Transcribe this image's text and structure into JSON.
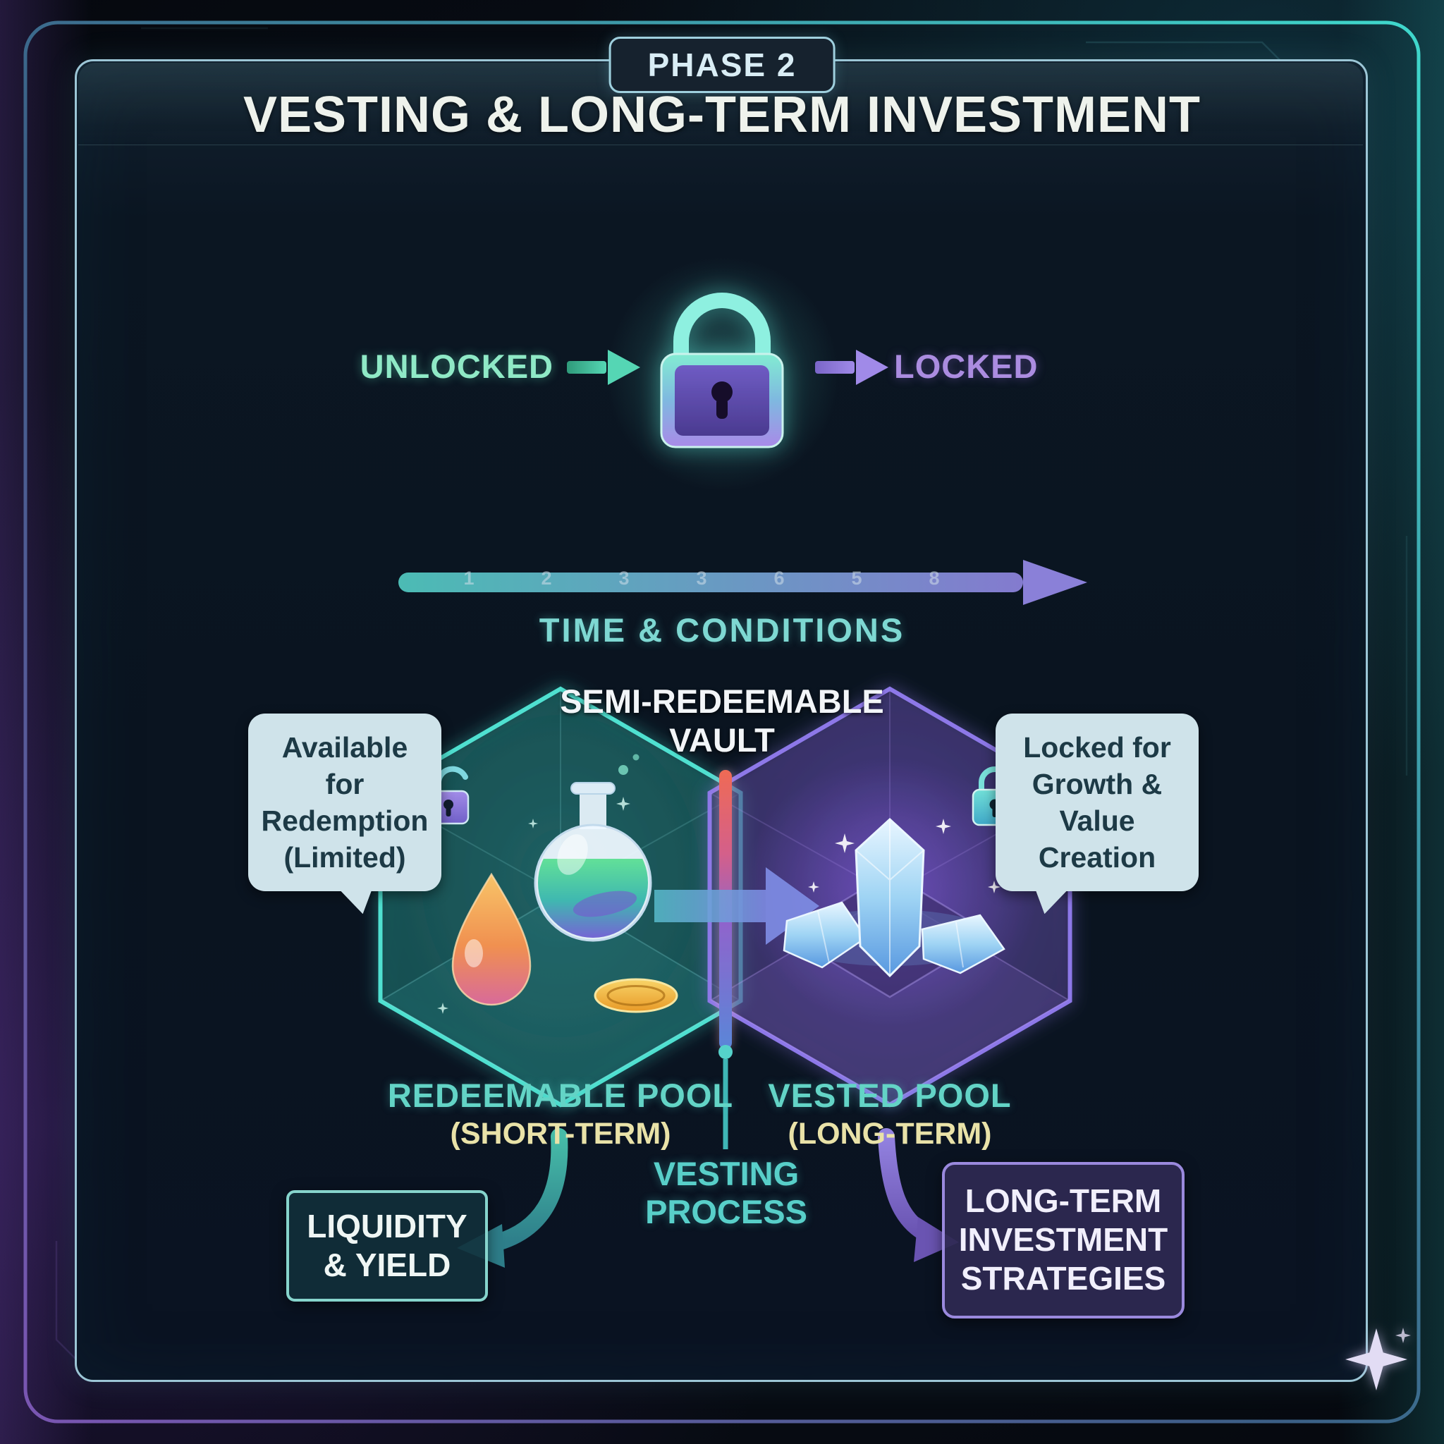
{
  "header": {
    "badge": "PHASE 2",
    "title": "VESTING & LONG-TERM INVESTMENT"
  },
  "lock_flow": {
    "unlocked": "UNLOCKED",
    "locked": "LOCKED"
  },
  "timeline": {
    "ticks": [
      "1",
      "2",
      "3",
      "3",
      "6",
      "5",
      "8"
    ],
    "label": "TIME & CONDITIONS"
  },
  "vault": {
    "title": "SEMI-REDEEMABLE VAULT",
    "left_callout": "Available for Redemption (Limited)",
    "right_callout": "Locked for Growth & Value Creation",
    "left_pool": "REDEEMABLE POOL",
    "left_pool_sub": "(SHORT-TERM)",
    "right_pool": "VESTED POOL",
    "right_pool_sub": "(LONG-TERM)",
    "process": "VESTING PROCESS"
  },
  "outputs": {
    "liquidity": "LIQUIDITY & YIELD",
    "strategies": "LONG-TERM INVESTMENT STRATEGIES"
  },
  "icons": {
    "big_lock": "padlock-icon",
    "open_lock": "open-padlock-icon",
    "closed_lock": "closed-padlock-icon",
    "flask": "potion-flask-icon",
    "droplet": "droplet-icon",
    "coin": "coin-icon",
    "crystals": "crystal-cluster-icon",
    "sparkle": "sparkle-icon"
  },
  "colors": {
    "teal": "#4fe0d0",
    "purple": "#9b7fe0",
    "panel_bg": "#0b1420",
    "callout_bg": "#cfe3ea",
    "pool_label": "#63d4c6",
    "pool_sub": "#e9e2a8",
    "bar_top": "#ef6a55",
    "bar_bottom": "#5a86d8"
  }
}
